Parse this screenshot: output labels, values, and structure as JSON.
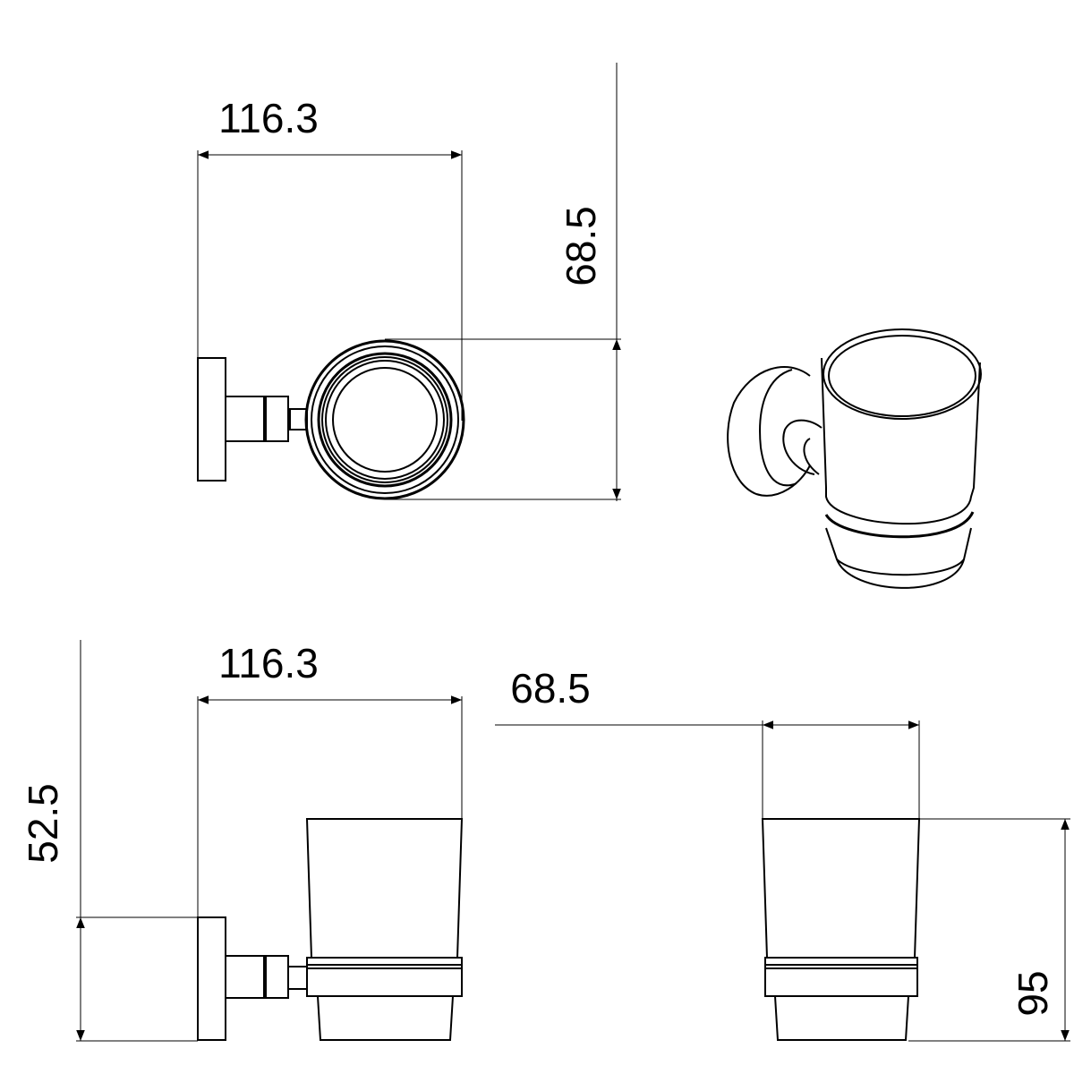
{
  "dimensions": {
    "top_view_width": "116.3",
    "top_view_depth": "68.5",
    "side_view_width": "116.3",
    "side_view_height": "52.5",
    "front_view_width": "68.5",
    "front_view_height": "95"
  },
  "colors": {
    "line": "#000000",
    "background": "#ffffff"
  }
}
